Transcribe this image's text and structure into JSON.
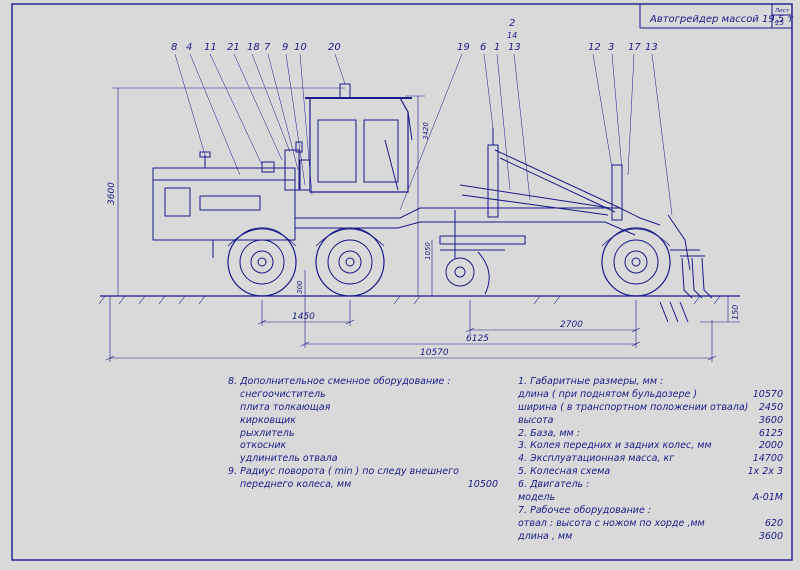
{
  "title": "Автогрейдер массой 19,5 т",
  "sheet": {
    "label": "Лист",
    "number": "15"
  },
  "callouts": [
    "8",
    "4",
    "11",
    "21",
    "18",
    "7",
    "9",
    "10",
    "20",
    "19",
    "6",
    "1",
    "2",
    "14",
    "13",
    "12",
    "3",
    "17",
    "13"
  ],
  "dimensions": {
    "overall_length": "10570",
    "base": "6125",
    "track": "2700",
    "bogie": "1450",
    "height": "3600",
    "cab_height": "3420",
    "left_small": "300",
    "blade_height": "1050",
    "ground_clearance": "150"
  },
  "left_notes": {
    "heading": "8. Дополнительное сменное оборудование :",
    "items": [
      "снегоочиститель",
      "плита толкающая",
      "кирковщик",
      "рыхлитель",
      "откосник",
      "удлинитель отвала"
    ],
    "radius_label_1": "9. Радиус поворота ( min ) по следу внешнего",
    "radius_label_2": "переднего колеса, мм",
    "radius_value": "10500"
  },
  "right_notes": [
    {
      "label": "1. Габаритные размеры, мм :",
      "value": ""
    },
    {
      "label": "    длина ( при поднятом бульдозере )",
      "value": "10570"
    },
    {
      "label": "    ширина ( в транспортном положении отвала)",
      "value": "2450"
    },
    {
      "label": "    высота",
      "value": "3600"
    },
    {
      "label": "2. База, мм :",
      "value": "6125"
    },
    {
      "label": "3. Колея передних и задних колес, мм",
      "value": "2000"
    },
    {
      "label": "4. Эксплуатационная масса, кг",
      "value": "14700"
    },
    {
      "label": "5. Колесная схема",
      "value": "1х 2х 3"
    },
    {
      "label": "6. Двигатель :",
      "value": ""
    },
    {
      "label": "    модель",
      "value": "А-01М"
    },
    {
      "label": "7. Рабочее оборудование :",
      "value": ""
    },
    {
      "label": "    отвал : высота с ножом по хорде ,мм",
      "value": "620"
    },
    {
      "label": "    длина , мм",
      "value": "3600"
    }
  ],
  "colors": {
    "paper": "#d9d9d9",
    "ink": "#1b1b8a"
  }
}
